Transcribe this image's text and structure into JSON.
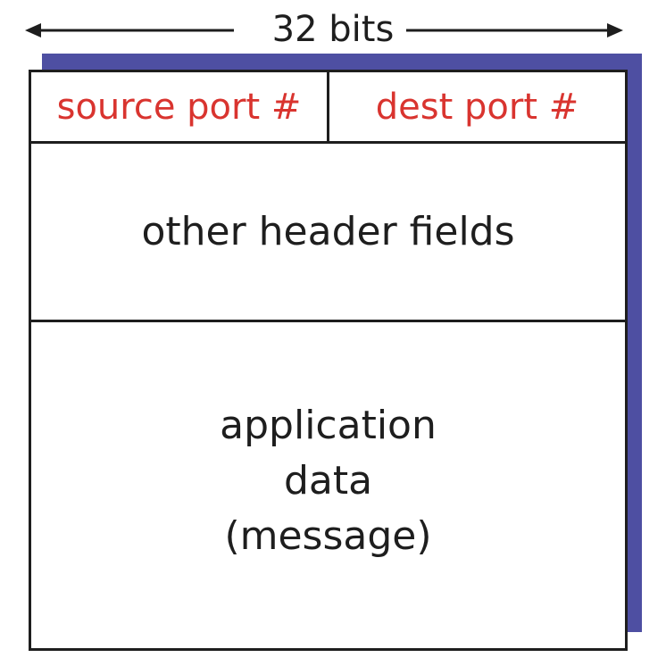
{
  "header": {
    "width_label": "32 bits"
  },
  "segment": {
    "source_port": "source port #",
    "dest_port": "dest port #",
    "other_fields": "other header fields",
    "payload": [
      "application",
      "data",
      "(message)"
    ]
  },
  "colors": {
    "port_text": "#d9342f",
    "shadow": "#4e4fa2",
    "line": "#1e1e1e"
  }
}
